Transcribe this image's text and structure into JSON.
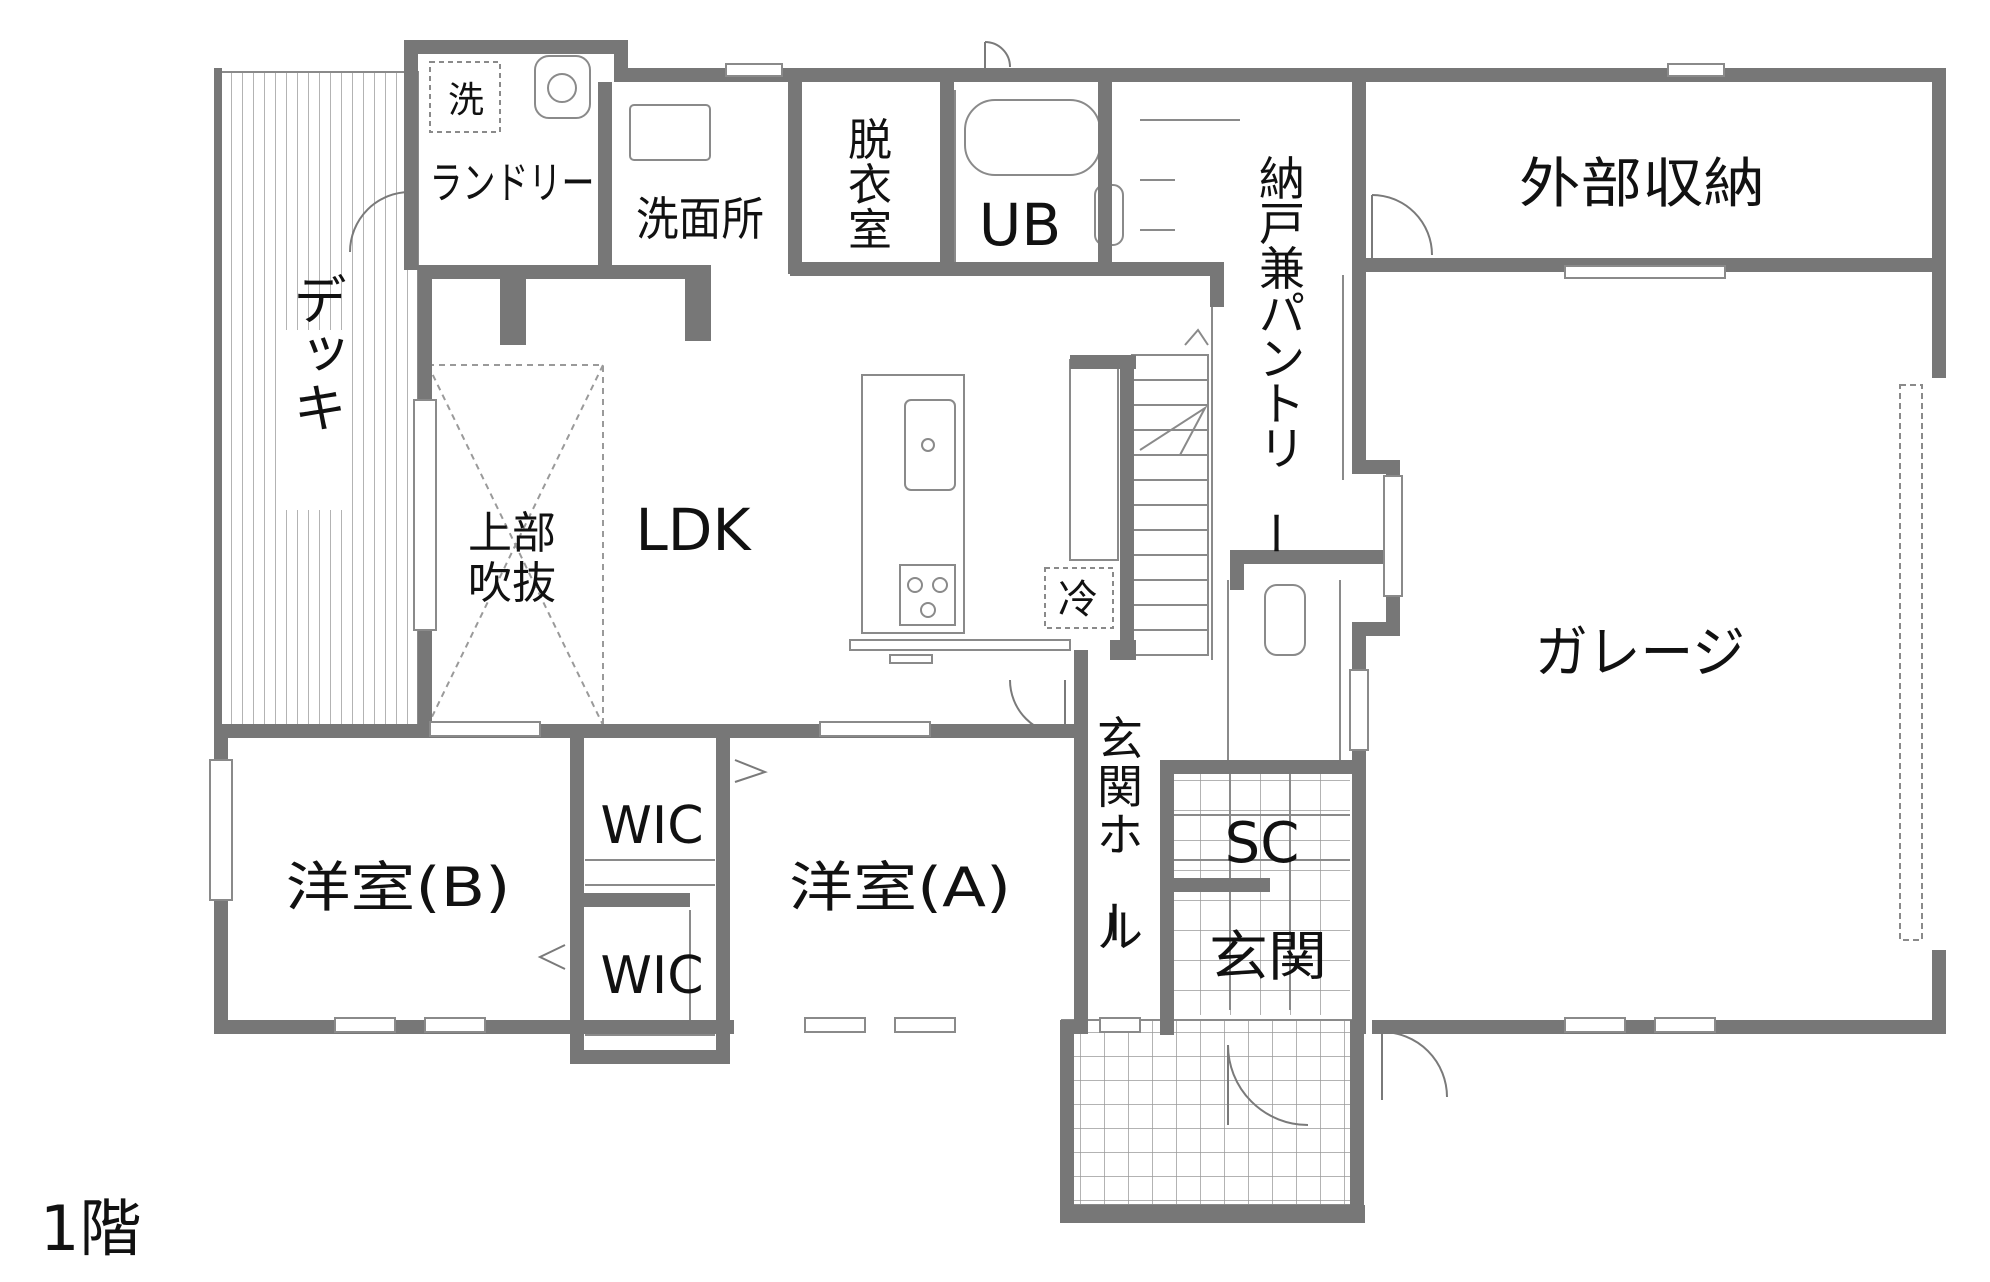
{
  "floor_label": "1階",
  "rooms": {
    "laundry_washer_mark": "洗",
    "laundry": "ランドリー",
    "washroom": "洗面所",
    "dressing": "脱衣室",
    "bath": "UB",
    "pantry": "納戸兼パントリー",
    "outdoor_storage": "外部収納",
    "deck": "デッキ",
    "void_line1": "上部",
    "void_line2": "吹抜",
    "ldk": "LDK",
    "fridge_mark": "冷",
    "garage": "ガレージ",
    "entrance_hall": "玄関ホール",
    "wic_upper": "WIC",
    "wic_lower": "WIC",
    "room_b": "洋室(B)",
    "room_a": "洋室(A)",
    "shoe_closet": "SC",
    "entrance": "玄関"
  }
}
